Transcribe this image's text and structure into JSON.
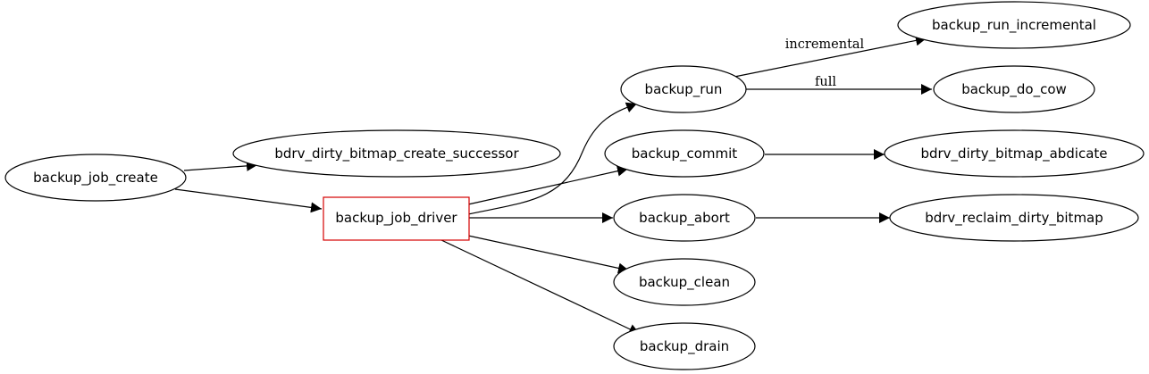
{
  "nodes": {
    "backup_job_create": "backup_job_create",
    "bdrv_dirty_bitmap_create_successor": "bdrv_dirty_bitmap_create_successor",
    "backup_job_driver": "backup_job_driver",
    "backup_run": "backup_run",
    "backup_commit": "backup_commit",
    "backup_abort": "backup_abort",
    "backup_clean": "backup_clean",
    "backup_drain": "backup_drain",
    "backup_run_incremental": "backup_run_incremental",
    "backup_do_cow": "backup_do_cow",
    "bdrv_dirty_bitmap_abdicate": "bdrv_dirty_bitmap_abdicate",
    "bdrv_reclaim_dirty_bitmap": "bdrv_reclaim_dirty_bitmap"
  },
  "edge_labels": {
    "incremental": "incremental",
    "full": "full"
  },
  "edges": [
    [
      "backup_job_create",
      "bdrv_dirty_bitmap_create_successor"
    ],
    [
      "backup_job_create",
      "backup_job_driver"
    ],
    [
      "backup_job_driver",
      "backup_run"
    ],
    [
      "backup_job_driver",
      "backup_commit"
    ],
    [
      "backup_job_driver",
      "backup_abort"
    ],
    [
      "backup_job_driver",
      "backup_clean"
    ],
    [
      "backup_job_driver",
      "backup_drain"
    ],
    [
      "backup_run",
      "backup_run_incremental"
    ],
    [
      "backup_run",
      "backup_do_cow"
    ],
    [
      "backup_commit",
      "bdrv_dirty_bitmap_abdicate"
    ],
    [
      "backup_abort",
      "bdrv_reclaim_dirty_bitmap"
    ]
  ],
  "colors": {
    "highlight": "#d40000",
    "stroke": "#000000"
  }
}
